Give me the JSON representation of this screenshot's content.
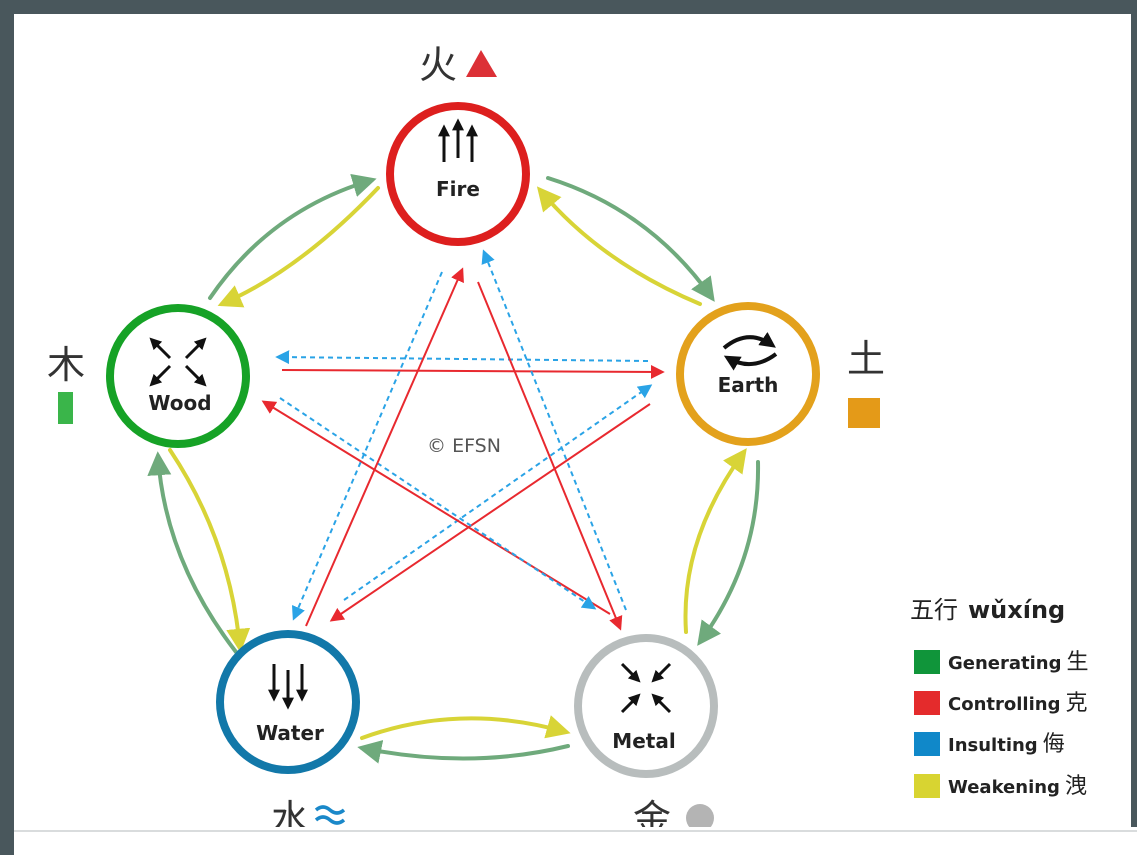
{
  "diagram": {
    "watermark": "© EFSN",
    "elements": [
      {
        "id": "fire",
        "label": "Fire",
        "cn": "火",
        "color": "#dd1f1e",
        "symbol_color": "#dc3036",
        "symbol": "triangle-icon",
        "motion": "up-arrows-icon"
      },
      {
        "id": "earth",
        "label": "Earth",
        "cn": "土",
        "color": "#e3a11c",
        "symbol_color": "#e49a18",
        "symbol": "square-icon",
        "motion": "cycle-arrows-icon"
      },
      {
        "id": "metal",
        "label": "Metal",
        "cn": "金",
        "color": "#b8bdbd",
        "symbol_color": "#b4b4b4",
        "symbol": "circle-icon",
        "motion": "inward-arrows-icon"
      },
      {
        "id": "water",
        "label": "Water",
        "cn": "水",
        "color": "#1278a9",
        "symbol_color": "#1a88c9",
        "symbol": "waves-icon",
        "motion": "down-arrows-icon"
      },
      {
        "id": "wood",
        "label": "Wood",
        "cn": "木",
        "color": "#16a226",
        "symbol_color": "#3ab54a",
        "symbol": "bar-icon",
        "motion": "outward-arrows-icon"
      }
    ],
    "relation_colors": {
      "generating": "#6faa7c",
      "weakening": "#d8d437",
      "controlling": "#e8292f",
      "insulting": "#2aa3e6"
    }
  },
  "legend": {
    "title_cn": "五行",
    "title_pinyin": "wǔxíng",
    "items": [
      {
        "label": "Generating",
        "cn": "生",
        "color": "#10953a"
      },
      {
        "label": "Controlling",
        "cn": "克",
        "color": "#e42b2c"
      },
      {
        "label": "Insulting",
        "cn": "侮",
        "color": "#1088c9"
      },
      {
        "label": "Weakening",
        "cn": "洩",
        "color": "#d8d431"
      }
    ]
  }
}
